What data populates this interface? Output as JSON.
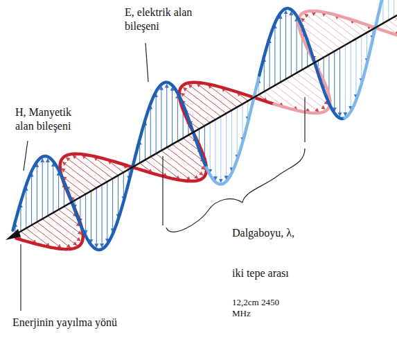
{
  "diagram": {
    "labels": [
      "E, elektrik alan bileşeni",
      "H, Manyetik alan bileşeni",
      "Dalgaboyu, λ,",
      "iki tepe arası",
      "12,2cm 2450 MHz",
      "Enerjinin yayılma yönü"
    ]
  }
}
